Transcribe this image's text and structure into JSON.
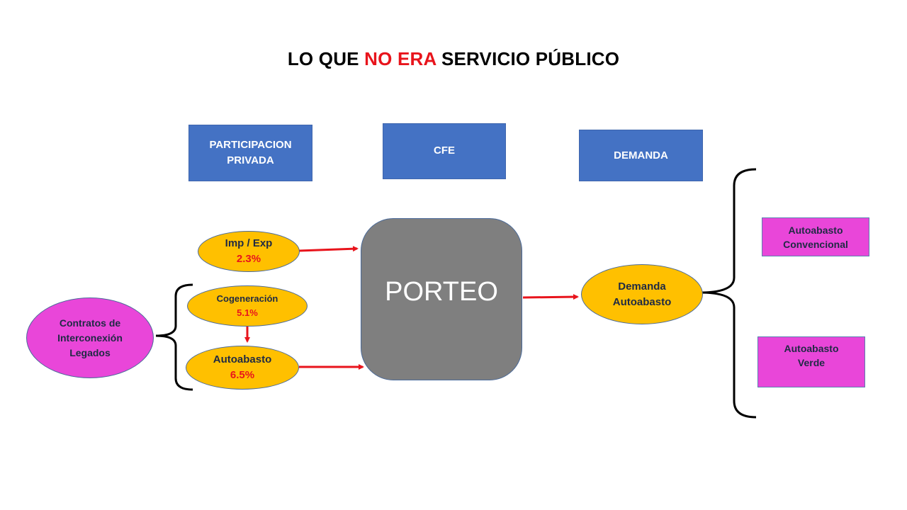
{
  "title": {
    "part1": "LO QUE",
    "highlight": "NO ERA",
    "part2": "SERVICIO PÚBLICO"
  },
  "headers": {
    "participacion_privada": "PARTICIPACION PRIVADA",
    "cfe": "CFE",
    "demanda": "DEMANDA"
  },
  "sources": {
    "imp_exp": {
      "label": "Imp / Exp",
      "value": "2.3%"
    },
    "cogeneracion": {
      "label": "Cogeneración",
      "value": "5.1%"
    },
    "autoabasto": {
      "label": "Autoabasto",
      "value": "6.5%"
    },
    "contratos": "Contratos de Interconexión Legados"
  },
  "center": {
    "porteo": "PORTEO"
  },
  "demand": {
    "demanda_autoabasto": "Demanda Autoabasto",
    "autoabasto_convencional": "Autoabasto Convencional",
    "autoabasto_verde": "Autoabasto Verde"
  },
  "colors": {
    "header_blue": "#4472c4",
    "ellipse_yellow": "#ffc000",
    "ellipse_pink": "#e946d9",
    "porteo_gray": "#7f7f7f",
    "arrow_red": "#e8141c",
    "highlight_red": "#e8141c"
  }
}
